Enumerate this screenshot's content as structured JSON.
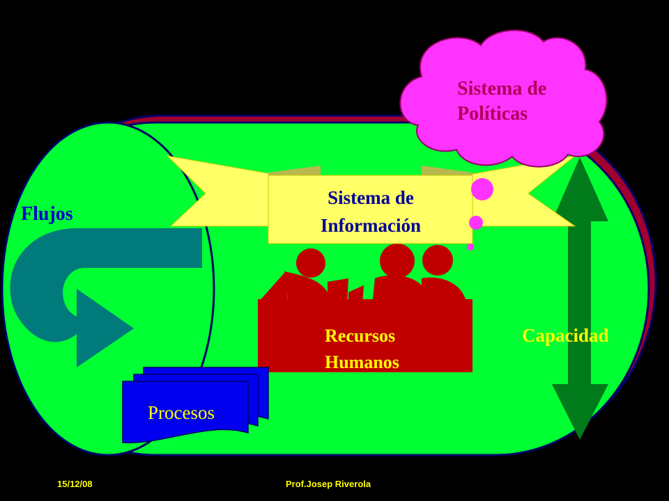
{
  "diagram": {
    "policy_cloud_text": [
      "Sistema de",
      "Políticas"
    ],
    "info_banner_text": [
      "Sistema de",
      "Información"
    ],
    "flujos_label": "Flujos",
    "recursos_label": [
      "Recursos",
      "Humanos"
    ],
    "capacidad_label": "Capacidad",
    "procesos_label": "Procesos"
  },
  "footer": {
    "date": "15/12/08",
    "author": "Prof.Josep Riverola"
  },
  "colors": {
    "background": "#000000",
    "cylinder_fill": "#00ff33",
    "cylinder_shadow": "#a00030",
    "cloud": "#ff33ff",
    "cloud_text": "#b0005a",
    "banner": "#ffff66",
    "banner_text": "#000099",
    "flujos_text": "#0000cc",
    "flow_arrow": "#007a7a",
    "people": "#c00000",
    "recursos_text": "#ffff00",
    "capacidad_arrow": "#007a1a",
    "capacidad_text": "#ffff00",
    "procesos_fill": "#0000ee",
    "procesos_text": "#ffff00"
  }
}
